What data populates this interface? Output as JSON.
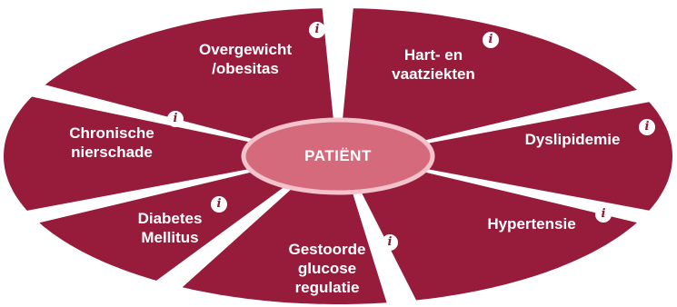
{
  "colors": {
    "segment": "#971b3b",
    "center_fill": "#d56a7d",
    "center_stroke": "#f3c2cb",
    "text": "#ffffff",
    "info_icon_glyph": "#8f1a33"
  },
  "center": {
    "label": "PATIËNT"
  },
  "segments": [
    {
      "id": "overgewicht",
      "lines": [
        "Overgewicht",
        "/obesitas"
      ],
      "icon": "info-icon"
    },
    {
      "id": "hart",
      "lines": [
        "Hart- en",
        "vaatziekten"
      ],
      "icon": "info-icon"
    },
    {
      "id": "dyslipidemie",
      "lines": [
        "Dyslipidemie"
      ],
      "icon": "info-icon"
    },
    {
      "id": "hypertensie",
      "lines": [
        "Hypertensie"
      ],
      "icon": "info-icon"
    },
    {
      "id": "glucose",
      "lines": [
        "Gestoorde",
        "glucose",
        "regulatie"
      ],
      "icon": "info-icon"
    },
    {
      "id": "diabetes",
      "lines": [
        "Diabetes",
        "Mellitus"
      ],
      "icon": "info-icon"
    },
    {
      "id": "nierschade",
      "lines": [
        "Chronische",
        "nierschade"
      ],
      "icon": "info-icon"
    }
  ],
  "info_glyph": "i"
}
